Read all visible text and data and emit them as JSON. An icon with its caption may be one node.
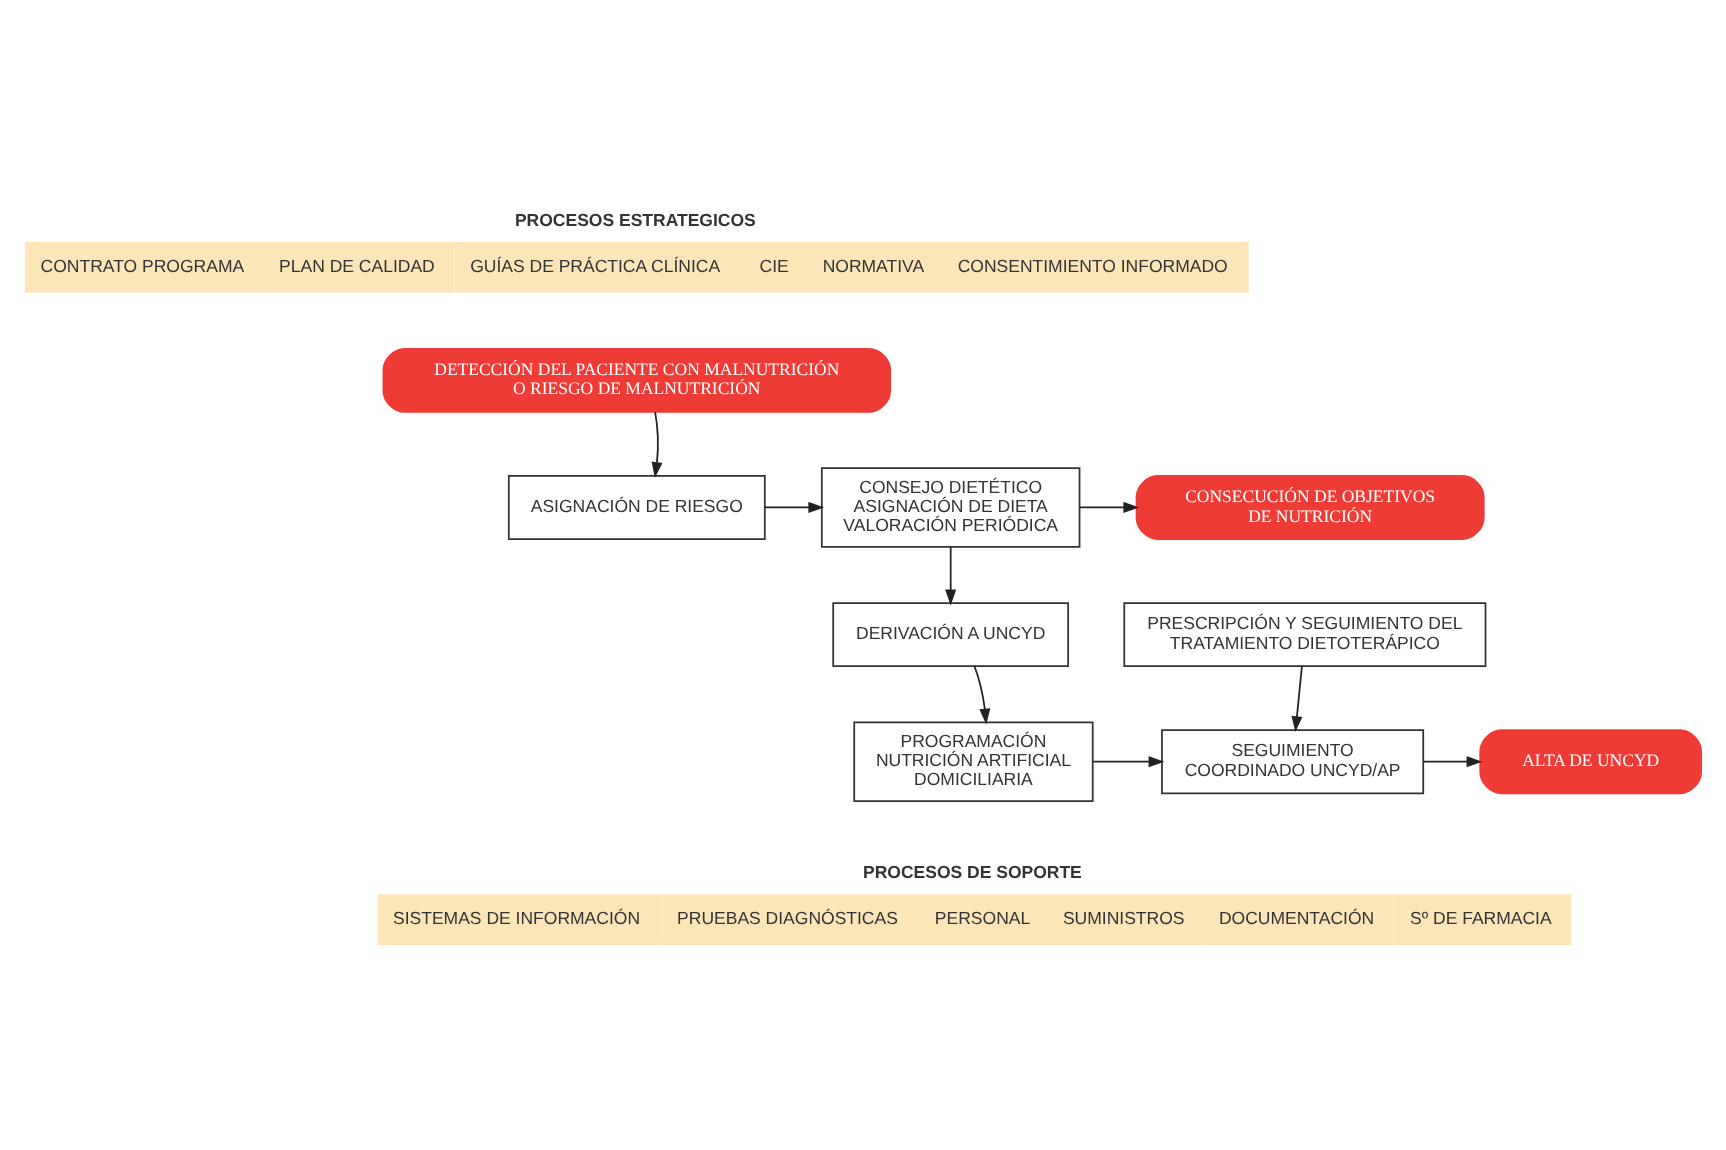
{
  "diagram": {
    "nodes": [
      {
        "text": [
          "PROCESOS ESTRATEGICOS",
          "CONTRATO PROGRAMA",
          "PLAN DE CALIDAD",
          "GUÍAS DE PRÁCTICA CLÍNICA",
          "CIE",
          "NORMATIVA",
          "CONSENTIMIENTO INFORMADO"
        ]
      },
      {
        "text": [
          "DETECCIÓN DEL PACIENTE CON MALNUTRICIÓN O RIESGO DE MALNUTRICIÓN"
        ]
      },
      {
        "text": [
          "ASIGNACIÓN DE RIESGO"
        ]
      },
      {
        "text": [
          "CONSEJO DIETÉTICO",
          "ASIGNACIÓN DE DIETA",
          "VALORACIÓN PERIÓDICA"
        ]
      },
      {
        "text": [
          "CONSECUCIÓN DE OBJETIVOS DE NUTRICIÓN"
        ]
      },
      {
        "text": [
          "DERIVACIÓN A UNCYD"
        ]
      },
      {
        "text": [
          "PRESCRIPCIÓN Y SEGUIMIENTO DEL TRATAMIENTO DIETOTERÁPICO"
        ]
      },
      {
        "text": [
          "PROGRAMACIÓN NUTRICIÓN ARTIFICIAL DOMICILIARIA"
        ]
      },
      {
        "text": [
          "SEGUIMIENTO COORDINADO UNCYD/AP"
        ]
      },
      {
        "text": [
          "ALTA DE UNCYD"
        ]
      },
      {
        "text": [
          "PROCESOS DE SOPORTE",
          "SISTEMAS DE INFORMACIÓN",
          "PRUEBAS DIAGNÓSTICAS",
          "PERSONAL",
          "SUMINISTROS",
          "DOCUMENTACIÓN",
          "Sº DE FARMACIA"
        ]
      }
    ],
    "edges": [
      {
        "from": 1,
        "to": 2,
        "arrow": "to"
      },
      {
        "from": 2,
        "to": 3,
        "arrow": "to"
      },
      {
        "from": 3,
        "to": 4,
        "arrow": "to"
      },
      {
        "from": 3,
        "to": 5,
        "arrow": "to"
      },
      {
        "from": 5,
        "to": 7,
        "arrow": "to"
      },
      {
        "from": 6,
        "to": 8,
        "arrow": "to"
      },
      {
        "from": 7,
        "to": 8,
        "arrow": "to"
      },
      {
        "from": 8,
        "to": 9,
        "arrow": "to"
      }
    ]
  }
}
